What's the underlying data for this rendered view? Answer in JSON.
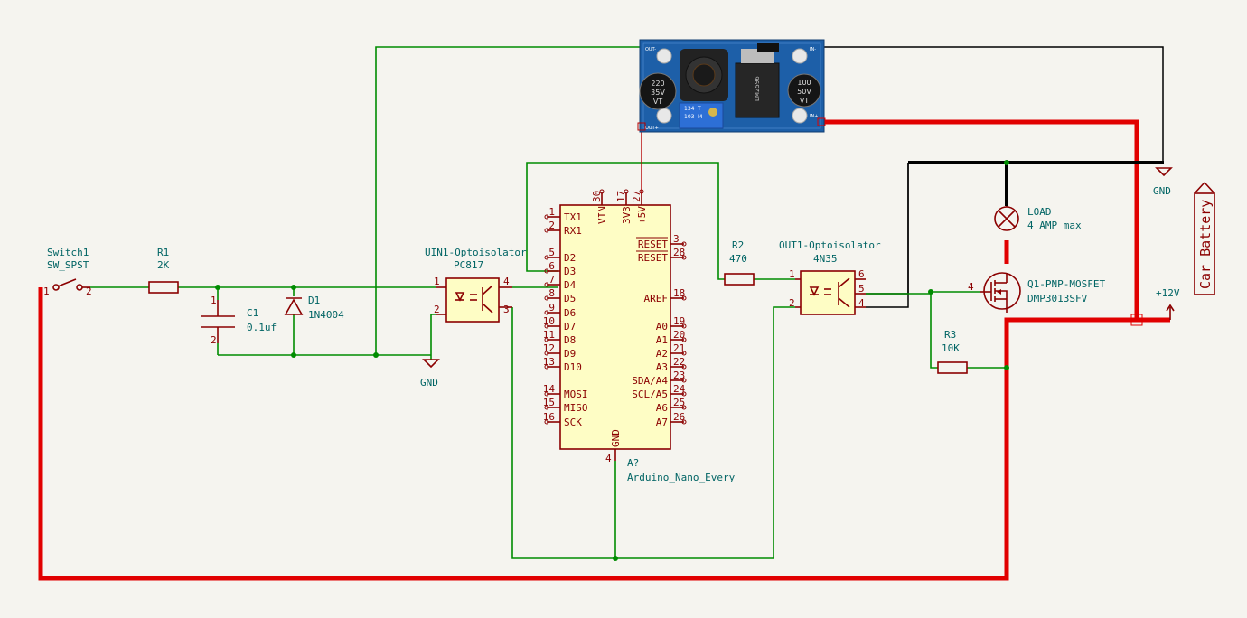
{
  "switch1": {
    "ref": "Switch1",
    "value": "SW_SPST",
    "pin1": "1",
    "pin2": "2"
  },
  "r1": {
    "ref": "R1",
    "value": "2K"
  },
  "c1": {
    "ref": "C1",
    "value": "0.1uf",
    "pin1": "1",
    "pin2": "2"
  },
  "d1": {
    "ref": "D1",
    "value": "1N4004"
  },
  "uin1": {
    "ref": "UIN1-Optoisolator",
    "value": "PC817",
    "pins": [
      "1",
      "2",
      "3",
      "4"
    ]
  },
  "gnd_label": "GND",
  "arduino": {
    "ref": "A?",
    "value": "Arduino_Nano_Every",
    "left_pins": [
      {
        "num": "1",
        "name": "TX1"
      },
      {
        "num": "2",
        "name": "RX1"
      },
      {
        "num": "5",
        "name": "D2"
      },
      {
        "num": "6",
        "name": "D3"
      },
      {
        "num": "7",
        "name": "D4"
      },
      {
        "num": "8",
        "name": "D5"
      },
      {
        "num": "9",
        "name": "D6"
      },
      {
        "num": "10",
        "name": "D7"
      },
      {
        "num": "11",
        "name": "D8"
      },
      {
        "num": "12",
        "name": "D9"
      },
      {
        "num": "13",
        "name": "D10"
      },
      {
        "num": "14",
        "name": "MOSI"
      },
      {
        "num": "15",
        "name": "MISO"
      },
      {
        "num": "16",
        "name": "SCK"
      }
    ],
    "right_pins": [
      {
        "num": "3",
        "name": "RESET"
      },
      {
        "num": "28",
        "name": "RESET"
      },
      {
        "num": "18",
        "name": "AREF"
      },
      {
        "num": "19",
        "name": "A0"
      },
      {
        "num": "20",
        "name": "A1"
      },
      {
        "num": "21",
        "name": "A2"
      },
      {
        "num": "22",
        "name": "A3"
      },
      {
        "num": "23",
        "name": "SDA/A4"
      },
      {
        "num": "24",
        "name": "SCL/A5"
      },
      {
        "num": "25",
        "name": "A6"
      },
      {
        "num": "26",
        "name": "A7"
      }
    ],
    "top_pins": [
      {
        "num": "30",
        "name": "VIN"
      },
      {
        "num": "17",
        "name": "3V3"
      },
      {
        "num": "27",
        "name": "+5V"
      }
    ],
    "bottom_pin": {
      "num": "4",
      "name": "GND"
    }
  },
  "r2": {
    "ref": "R2",
    "value": "470"
  },
  "out1": {
    "ref": "OUT1-Optoisolator",
    "value": "4N35",
    "pins": [
      "1",
      "2",
      "6",
      "5",
      "4"
    ]
  },
  "load": {
    "ref": "LOAD",
    "value": "4 AMP max"
  },
  "q1": {
    "ref": "Q1-PNP-MOSFET",
    "value": "DMP3013SFV",
    "gate_pin": "4"
  },
  "r3": {
    "ref": "R3",
    "value": "10K"
  },
  "power_12v": "+12V",
  "battery": "Car Battery",
  "buck": {
    "cap_left": [
      "220",
      "35V",
      "VT"
    ],
    "cap_right": [
      "100",
      "50V",
      "VT"
    ],
    "pot": [
      "134",
      "T",
      "103",
      "M"
    ],
    "chip": "LM2596",
    "labels": [
      "OUT-",
      "OUT+",
      "IN-",
      "IN+"
    ]
  },
  "colors": {
    "wire": "#008c00",
    "power_red": "#e10000",
    "component": "#8b0000",
    "board": "#1d5fa8"
  }
}
